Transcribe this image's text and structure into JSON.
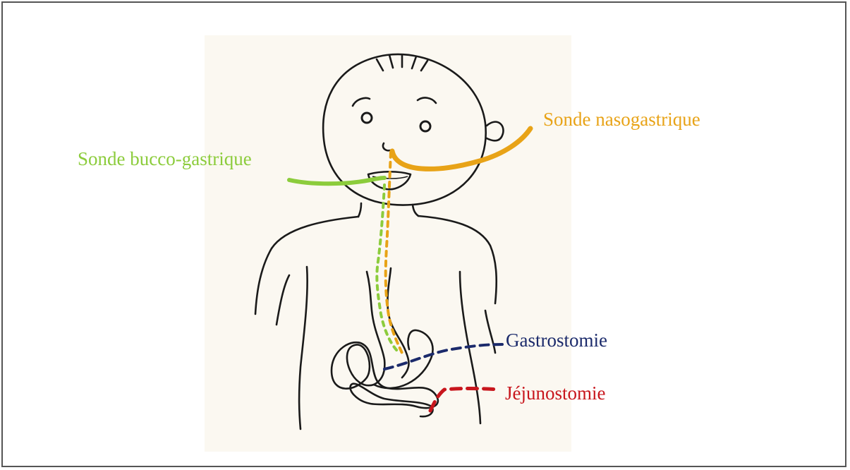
{
  "labels": {
    "nasogastric": "Sonde nasogastrique",
    "buccogastric": "Sonde bucco-gastrique",
    "gastrostomy": "Gastrostomie",
    "jejunostomy": "Jéjunostomie"
  },
  "colors": {
    "nasogastric": "#e8a317",
    "buccogastric": "#8ccc3c",
    "gastrostomy": "#1b2a6b",
    "jejunostomy": "#c8161d",
    "ink": "#1a1a1a",
    "paper": "#fbf8f1"
  }
}
